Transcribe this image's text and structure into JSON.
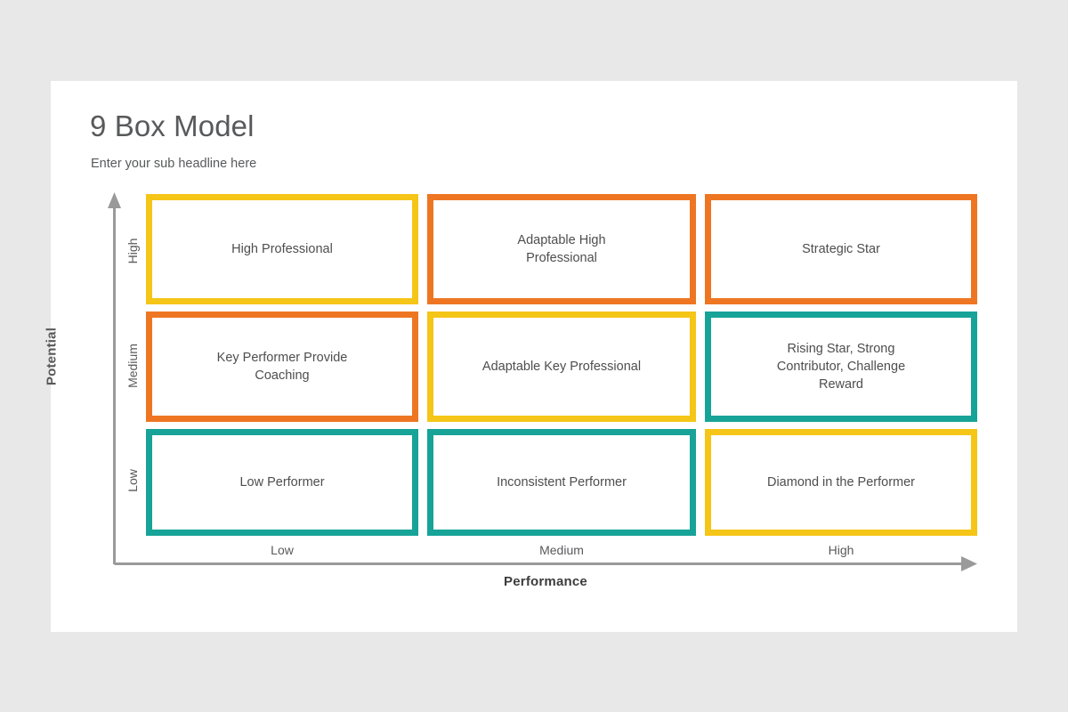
{
  "slide": {
    "title": "9 Box Model",
    "subtitle": "Enter your sub headline here",
    "background_color": "#e8e8e8",
    "card_color": "#ffffff"
  },
  "palette": {
    "yellow": "#f5c518",
    "orange": "#ee7623",
    "teal": "#17a398",
    "axis_gray": "#9a9a9a",
    "text_gray": "#4e4e4e"
  },
  "axes": {
    "y": {
      "title": "Potential",
      "ticks": [
        "High",
        "Medium",
        "Low"
      ]
    },
    "x": {
      "title": "Performance",
      "ticks": [
        "Low",
        "Medium",
        "High"
      ]
    }
  },
  "chart_data": {
    "type": "table",
    "title": "9 Box Model",
    "xlabel": "Performance",
    "ylabel": "Potential",
    "columns": [
      "Low",
      "Medium",
      "High"
    ],
    "rows": [
      "High",
      "Medium",
      "Low"
    ],
    "cells": [
      {
        "row": "High",
        "column": "Low",
        "label": "High Professional",
        "color": "#f5c518",
        "color_name": "yellow"
      },
      {
        "row": "High",
        "column": "Medium",
        "label": "Adaptable High\nProfessional",
        "color": "#ee7623",
        "color_name": "orange"
      },
      {
        "row": "High",
        "column": "High",
        "label": "Strategic Star",
        "color": "#ee7623",
        "color_name": "orange"
      },
      {
        "row": "Medium",
        "column": "Low",
        "label": "Key Performer Provide\nCoaching",
        "color": "#ee7623",
        "color_name": "orange"
      },
      {
        "row": "Medium",
        "column": "Medium",
        "label": "Adaptable Key Professional",
        "color": "#f5c518",
        "color_name": "yellow"
      },
      {
        "row": "Medium",
        "column": "High",
        "label": "Rising Star, Strong\nContributor, Challenge\nReward",
        "color": "#17a398",
        "color_name": "teal"
      },
      {
        "row": "Low",
        "column": "Low",
        "label": "Low Performer",
        "color": "#17a398",
        "color_name": "teal"
      },
      {
        "row": "Low",
        "column": "Medium",
        "label": "Inconsistent Performer",
        "color": "#17a398",
        "color_name": "teal"
      },
      {
        "row": "Low",
        "column": "High",
        "label": "Diamond in the Performer",
        "color": "#f5c518",
        "color_name": "yellow"
      }
    ]
  }
}
